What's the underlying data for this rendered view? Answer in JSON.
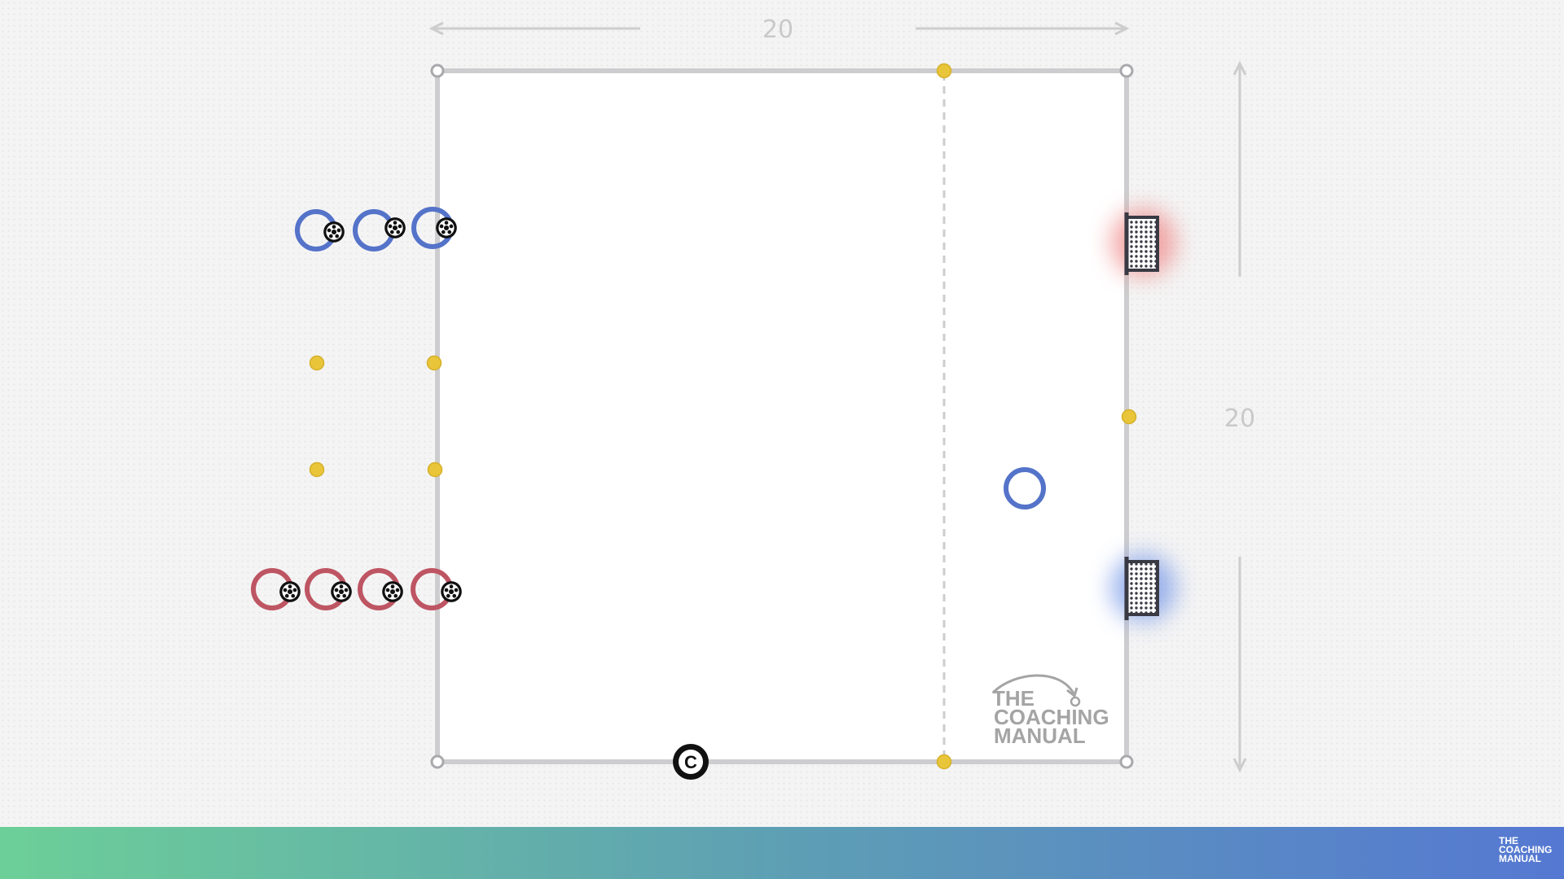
{
  "dimensions": {
    "width_label": "20",
    "height_label": "20"
  },
  "colors": {
    "pitch_line": "#cdcdcf",
    "cone": "#e9c53a",
    "blue_team": "#5473c9",
    "red_team": "#be5563",
    "coach": "#111111",
    "goal_frame": "#3a3a44",
    "red_goal_glow": "#f08a8a",
    "blue_goal_glow": "#7b9be8"
  },
  "players": {
    "blue_queue_count": 3,
    "red_queue_count": 4,
    "blue_defender_count": 1
  },
  "coach": {
    "symbol": "C"
  },
  "goals": [
    {
      "name": "red-goal",
      "icon": "goal-net-icon",
      "highlight": "red"
    },
    {
      "name": "blue-goal",
      "icon": "goal-net-icon",
      "highlight": "blue"
    }
  ],
  "watermark": {
    "line1": "THE",
    "line2": "COACHING",
    "line3": "MANUAL"
  },
  "footer_logo": {
    "line1": "THE",
    "line2": "COACHING",
    "line3": "MANUAL"
  }
}
